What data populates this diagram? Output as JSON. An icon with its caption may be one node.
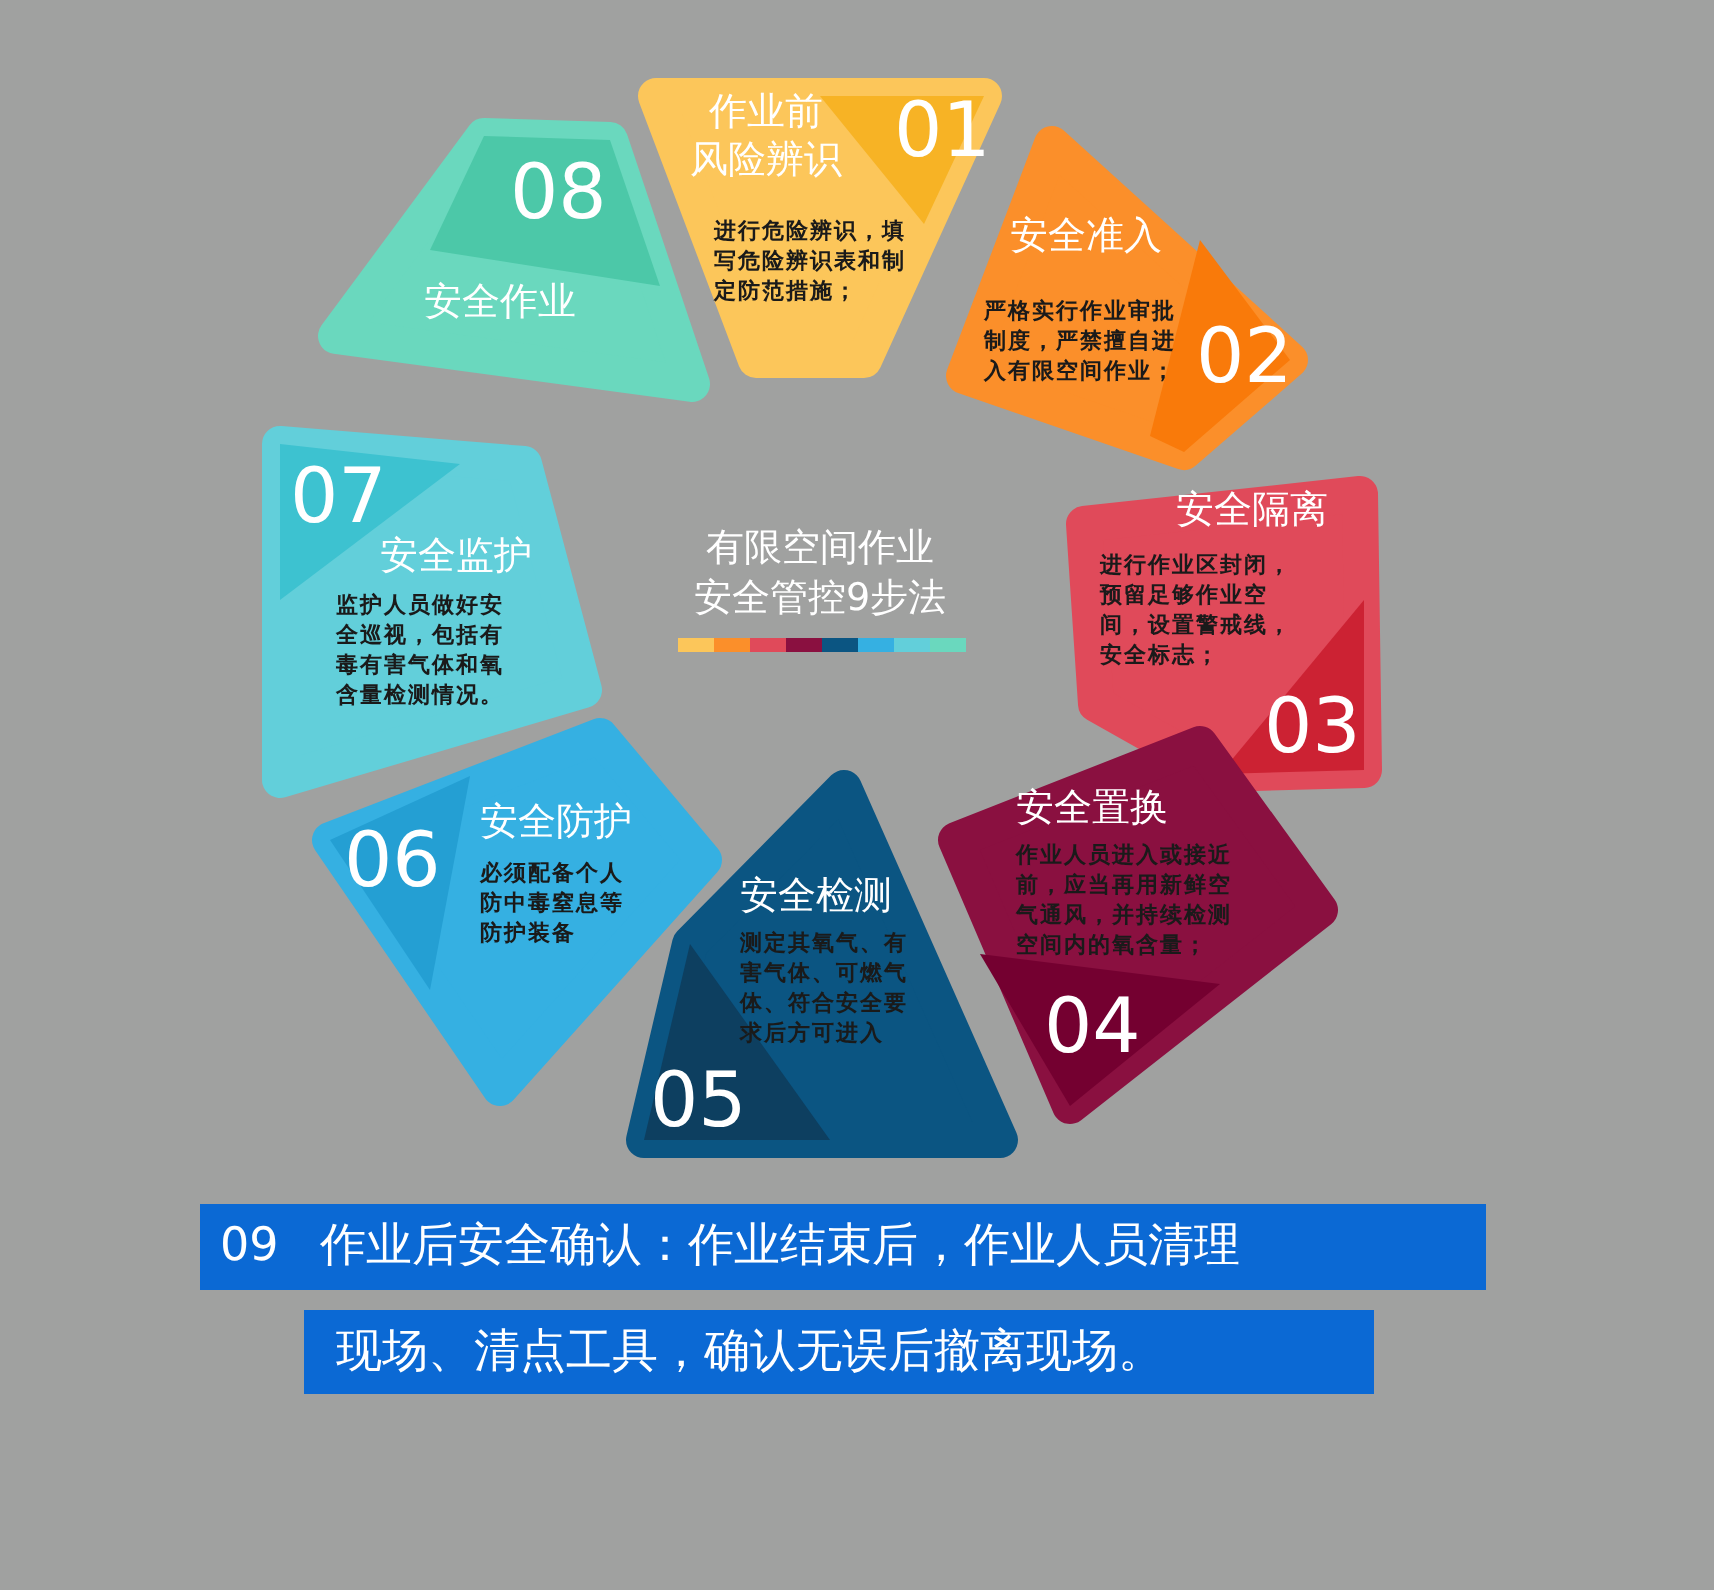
{
  "diagram": {
    "title": "有限空间作业安全管控9步法",
    "nodes": [
      {
        "text": [
          "作业前风险辨识",
          "01",
          "进行危险辨识，填写危险辨识表和制定防范措施；"
        ]
      },
      {
        "text": [
          "安全准入",
          "严格实行作业审批制度，严禁擅自进入有限空间作业；",
          "02"
        ]
      },
      {
        "text": [
          "安全隔离",
          "进行作业区封闭，预留足够作业空间，设置警戒线，安全标志；",
          "03"
        ]
      },
      {
        "text": [
          "安全置换",
          "作业人员进入或接近前，应当再用新鲜空气通风，并持续检测空间内的氧含量；",
          "04"
        ]
      },
      {
        "text": [
          "安全检测",
          "测定其氧气、有害气体、可燃气体、符合安全要求后方可进入",
          "05"
        ]
      },
      {
        "text": [
          "06",
          "安全防护",
          "必须配备个人防中毒窒息等防护装备"
        ]
      },
      {
        "text": [
          "07",
          "安全监护",
          "监护人员做好安全巡视，包括有毒有害气体和氧含量检测情况。"
        ]
      },
      {
        "text": [
          "08",
          "安全作业"
        ]
      },
      {
        "text": [
          "09",
          "作业后安全确认：作业结束后，作业人员清理"
        ]
      },
      {
        "text": [
          "现场、清点工具，确认无误后撤离现场。"
        ]
      }
    ],
    "edges": []
  }
}
